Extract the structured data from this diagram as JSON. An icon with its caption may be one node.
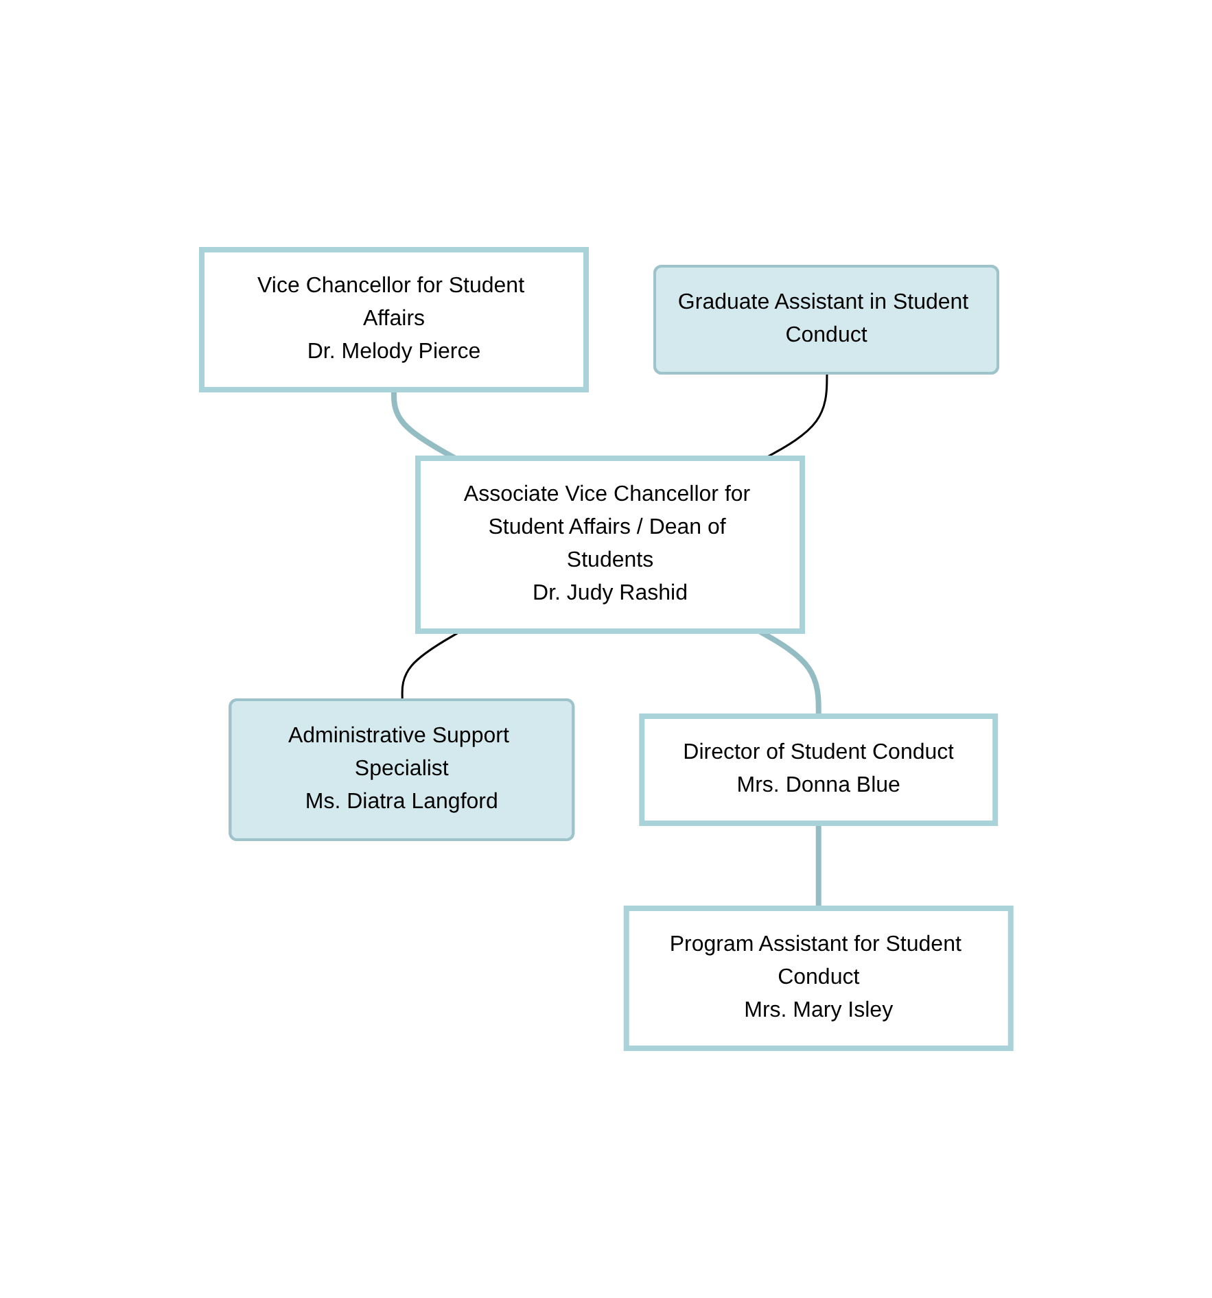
{
  "diagram": {
    "nodes": [
      {
        "text": [
          "Vice Chancellor for Student Affairs",
          "Dr. Melody Pierce"
        ]
      },
      {
        "text": [
          "Graduate Assistant in Student Conduct"
        ]
      },
      {
        "text": [
          "Associate Vice Chancellor for Student Affairs / Dean of Students",
          "Dr. Judy Rashid"
        ]
      },
      {
        "text": [
          "Administrative Support Specialist",
          "Ms. Diatra Langford"
        ]
      },
      {
        "text": [
          "Director of Student Conduct",
          "Mrs. Donna Blue"
        ]
      },
      {
        "text": [
          "Program Assistant for Student Conduct",
          "Mrs. Mary Isley"
        ]
      }
    ],
    "edges": [
      {
        "from": 0,
        "to": 2,
        "arrow": "none"
      },
      {
        "from": 1,
        "to": 2,
        "arrow": "none",
        "color": "#000000"
      },
      {
        "from": 2,
        "to": 3,
        "arrow": "none",
        "color": "#000000"
      },
      {
        "from": 2,
        "to": 4,
        "arrow": "none"
      },
      {
        "from": 4,
        "to": 5,
        "arrow": "none"
      }
    ]
  }
}
